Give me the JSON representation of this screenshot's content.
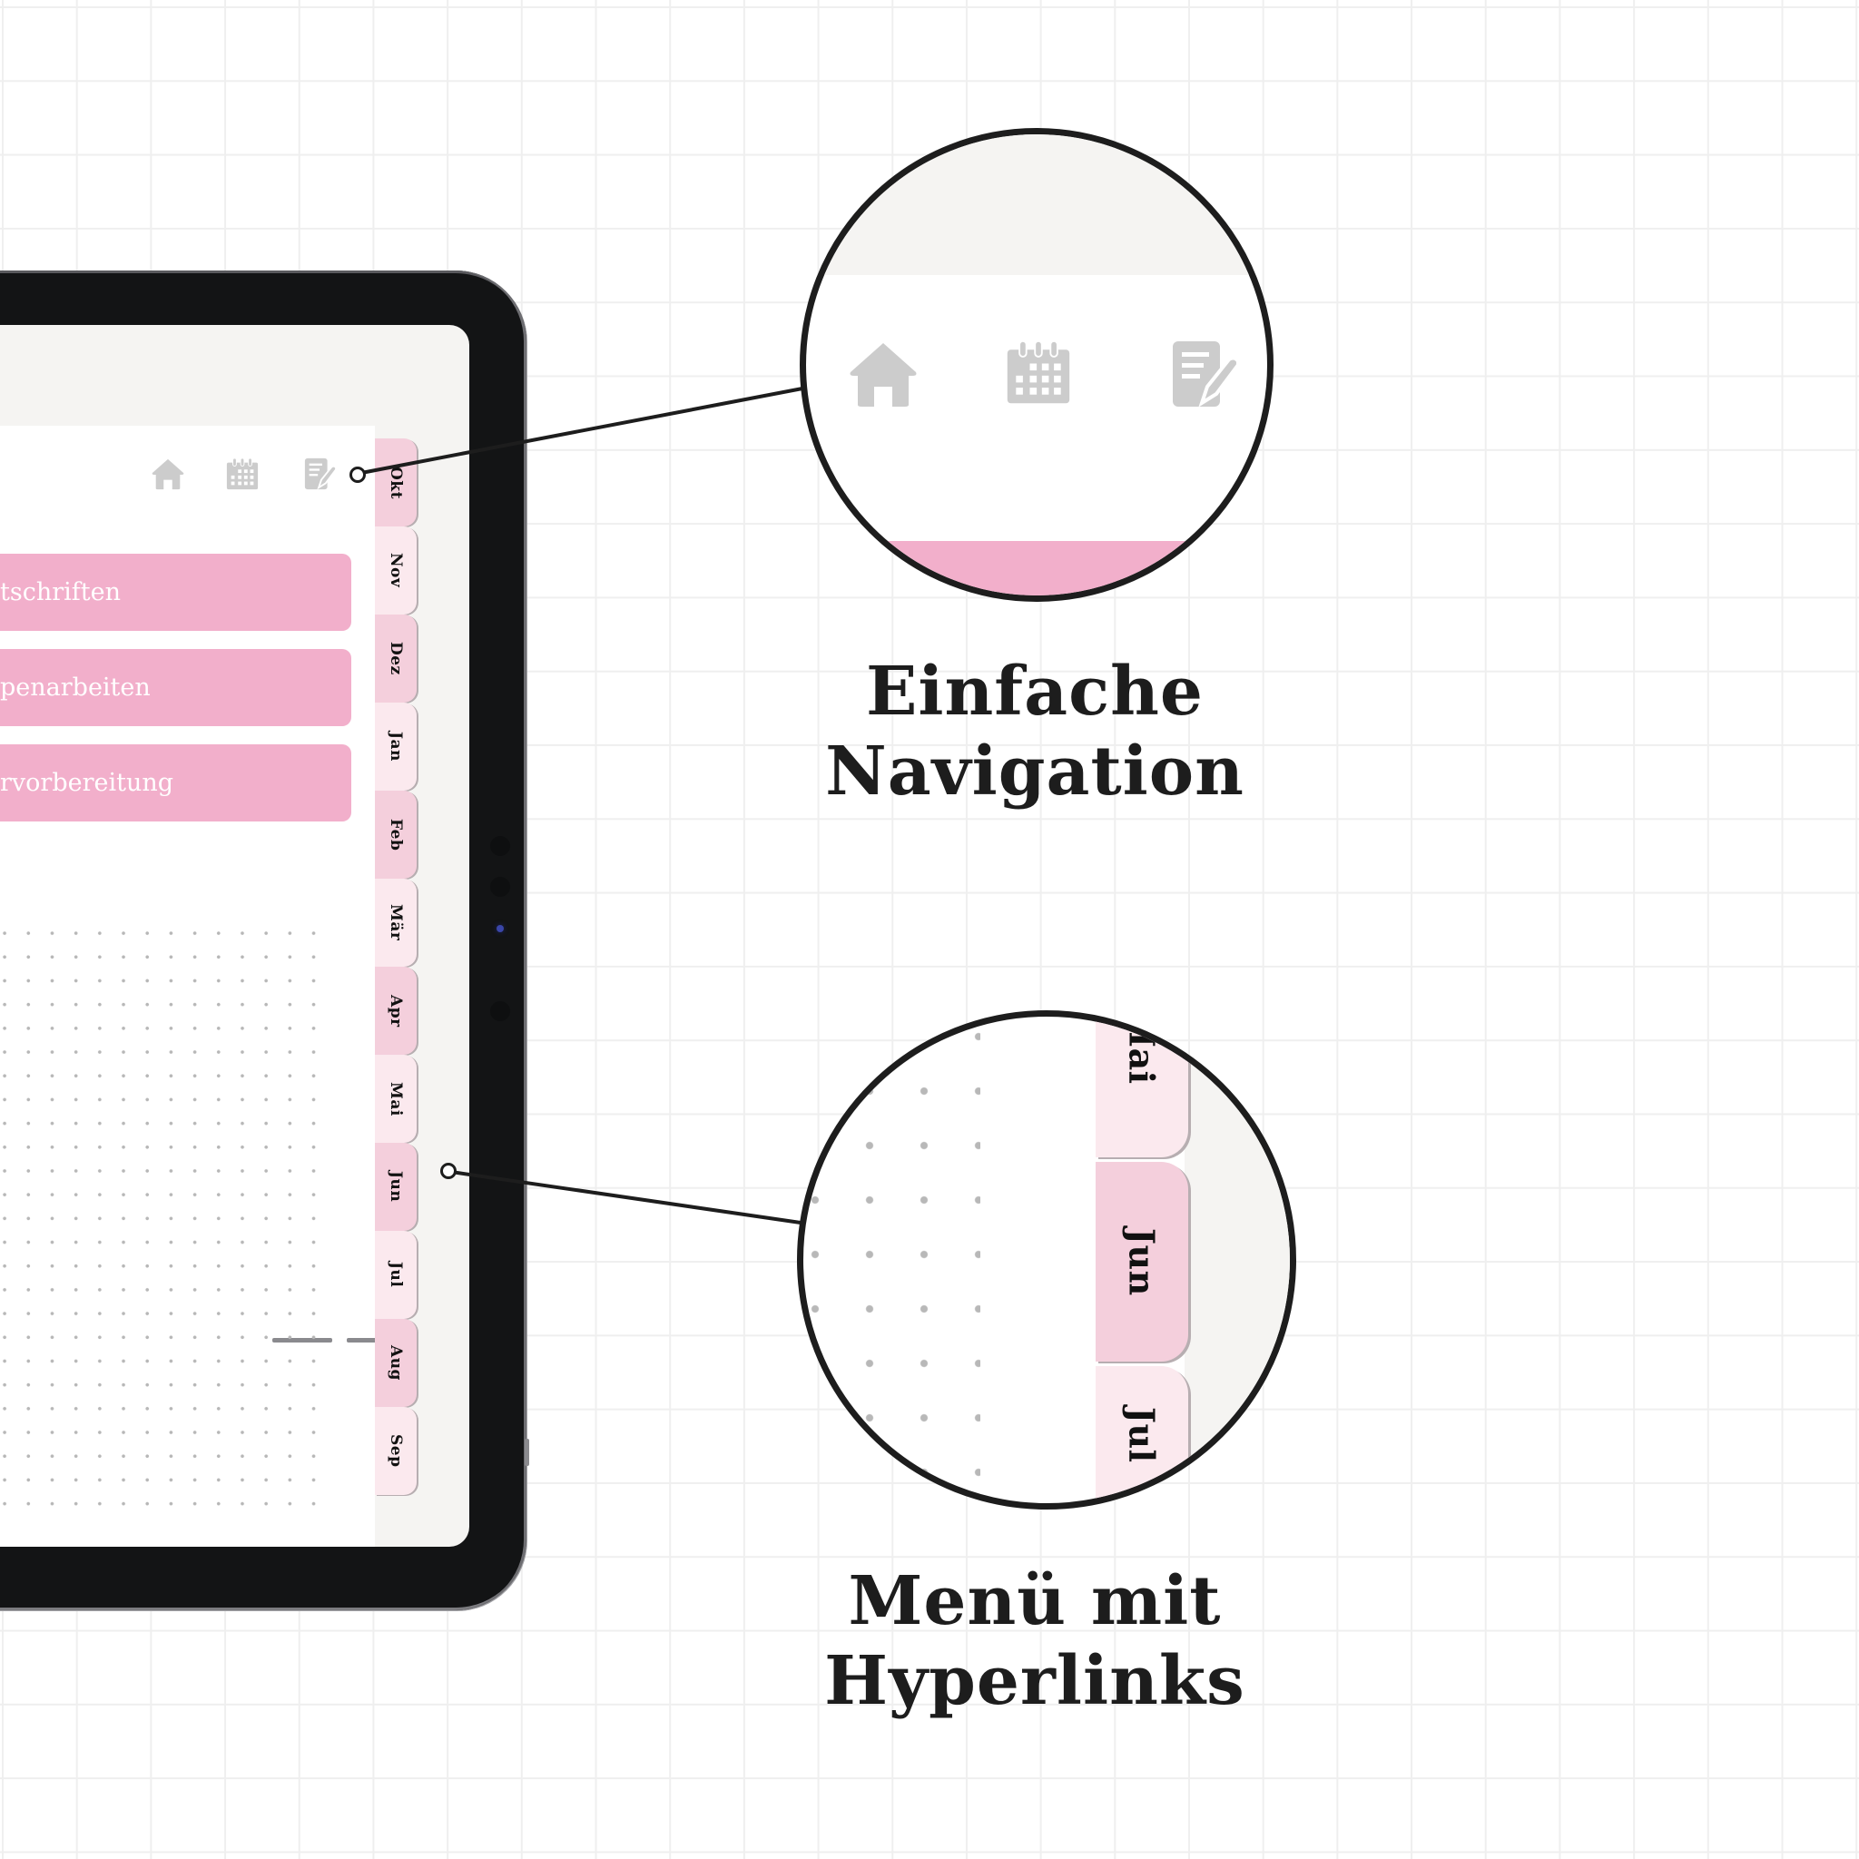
{
  "nav_icons": [
    {
      "name": "home-icon",
      "label": "Home"
    },
    {
      "name": "calendar-icon",
      "label": "Calendar"
    },
    {
      "name": "notes-icon",
      "label": "Notes"
    }
  ],
  "menu": {
    "items": [
      {
        "label": "Fortschriften"
      },
      {
        "label": "Gruppenarbeiten"
      },
      {
        "label": "Klausurvorbereitung"
      }
    ],
    "visible_text": [
      "tschriften",
      "penarbeiten",
      "rvorbereitung"
    ]
  },
  "month_tabs": [
    {
      "label": "Okt",
      "shade": "dark"
    },
    {
      "label": "Nov",
      "shade": "light"
    },
    {
      "label": "Dez",
      "shade": "dark"
    },
    {
      "label": "Jan",
      "shade": "light"
    },
    {
      "label": "Feb",
      "shade": "dark"
    },
    {
      "label": "Mär",
      "shade": "light"
    },
    {
      "label": "Apr",
      "shade": "dark"
    },
    {
      "label": "Mai",
      "shade": "light"
    },
    {
      "label": "Jun",
      "shade": "dark"
    },
    {
      "label": "Jul",
      "shade": "light"
    },
    {
      "label": "Aug",
      "shade": "dark"
    },
    {
      "label": "Sep",
      "shade": "light"
    }
  ],
  "callouts": {
    "navigation": {
      "line1": "Einfache",
      "line2": "Navigation"
    },
    "hyperlinks": {
      "line1": "Menü mit",
      "line2": "Hyperlinks",
      "zoom_tabs": [
        "Mai",
        "Jun",
        "Jul"
      ]
    }
  },
  "colors": {
    "menu_pink": "#f2afcb",
    "tab_dark": "#f4cfdc",
    "tab_light": "#fbe9ee",
    "icon_gray": "#cccccc",
    "bezel": "#131415",
    "screen_bg": "#f5f4f2",
    "text_dark": "#1d1d1d"
  }
}
